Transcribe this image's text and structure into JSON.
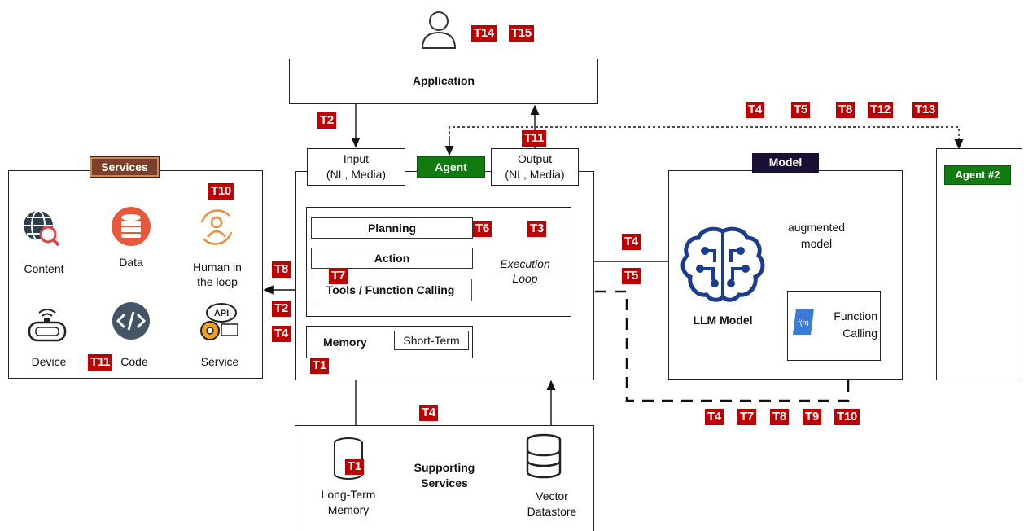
{
  "application": "Application",
  "input": {
    "line1": "Input",
    "line2": "(NL, Media)"
  },
  "output": {
    "line1": "Output",
    "line2": "(NL, Media)"
  },
  "agent": "Agent",
  "agent2": "Agent #2",
  "model_header": "Model",
  "services_header": "Services",
  "planning": "Planning",
  "action": "Action",
  "tools": "Tools / Function Calling",
  "execution_loop": {
    "line1": "Execution",
    "line2": "Loop"
  },
  "memory": "Memory",
  "short_term": "Short-Term",
  "augmented": {
    "line1": "augmented",
    "line2": "model"
  },
  "llm_model": "LLM Model",
  "function_calling": {
    "line1": "Function",
    "line2": "Calling"
  },
  "supporting": {
    "line1": "Supporting",
    "line2": "Services"
  },
  "long_term": {
    "line1": "Long-Term",
    "line2": "Memory"
  },
  "vector": {
    "line1": "Vector",
    "line2": "Datastore"
  },
  "services": {
    "content": "Content",
    "data": "Data",
    "human": {
      "line1": "Human in",
      "line2": "the loop"
    },
    "device": "Device",
    "code": "Code",
    "service": "Service",
    "api": "API"
  },
  "function_icon_text": "f(n)",
  "tags": {
    "user_a": "T14",
    "user_b": "T15",
    "t2_app": "T2",
    "top_a": "T4",
    "top_b": "T5",
    "top_c": "T8",
    "top_d": "T12",
    "top_e": "T13",
    "t11_output": "T11",
    "t10_services": "T10",
    "t6": "T6",
    "t3": "T3",
    "t7": "T7",
    "t8_left": "T8",
    "t2_left": "T2",
    "t4_left": "T4",
    "t1_mem": "T1",
    "t11_code": "T11",
    "t4_mid": "T4",
    "t5_mid": "T5",
    "t4_support": "T4",
    "t1_long": "T1",
    "bot_a": "T4",
    "bot_b": "T7",
    "bot_c": "T8",
    "bot_d": "T9",
    "bot_e": "T10"
  },
  "colors": {
    "tag": "#c00000",
    "agent_green": "#107c10",
    "model_dark": "#1a1033",
    "llm_blue": "#1a3d8f",
    "services_brown": "#7b3f2a"
  }
}
